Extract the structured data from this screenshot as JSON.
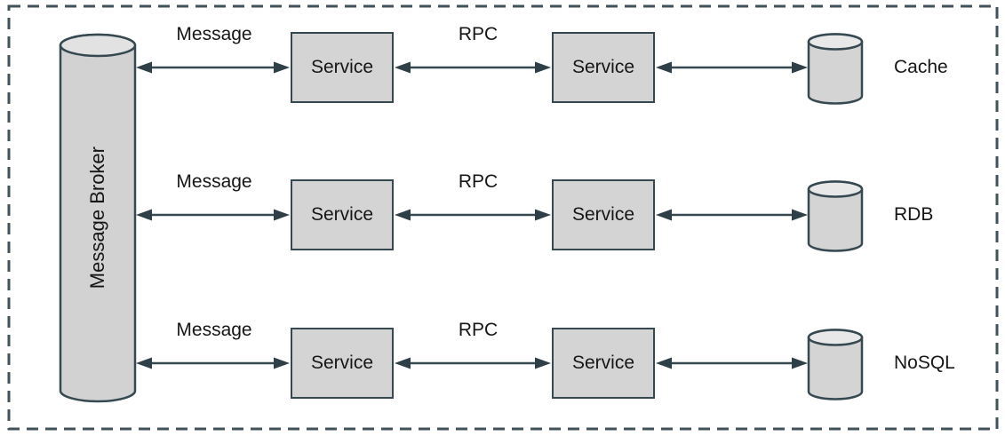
{
  "broker": {
    "label": "Message Broker"
  },
  "rows": [
    {
      "message_label": "Message",
      "rpc_label": "RPC",
      "service_left_label": "Service",
      "service_right_label": "Service",
      "datastore_label": "Cache"
    },
    {
      "message_label": "Message",
      "rpc_label": "RPC",
      "service_left_label": "Service",
      "service_right_label": "Service",
      "datastore_label": "RDB"
    },
    {
      "message_label": "Message",
      "rpc_label": "RPC",
      "service_left_label": "Service",
      "service_right_label": "Service",
      "datastore_label": "NoSQL"
    }
  ],
  "icons": {
    "broker": "cylinder-icon",
    "datastore": "database-cylinder-icon",
    "connector": "bidirectional-arrow-icon"
  },
  "colors": {
    "background": "#ffffff",
    "shape_fill": "#d4d4d4",
    "shape_fill_light": "#e6e6e6",
    "stroke": "#364850",
    "arrow_head": "#2f3f47",
    "text": "#161616"
  }
}
